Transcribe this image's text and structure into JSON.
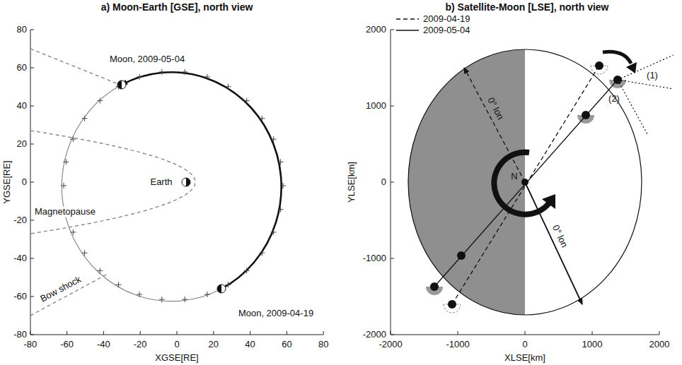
{
  "diagram": {
    "labels": [
      "a) Moon-Earth [GSE], north view",
      "b) Satellite-Moon [LSE], north view",
      "80",
      "60",
      "40",
      "20",
      "0",
      "-20",
      "-40",
      "-60",
      "-80",
      "-80",
      "-60",
      "-40",
      "-20",
      "0",
      "20",
      "40",
      "60",
      "80",
      "YGSE[RE]",
      "XGSE[RE]",
      "Moon, 2009-05-04",
      "Earth",
      "Magnetopause",
      "Bow shock",
      "Moon, 2009-04-19",
      "2000",
      "1000",
      "0",
      "-1000",
      "-2000",
      "-2000",
      "-1000",
      "0",
      "1000",
      "2000",
      "YLSE[km]",
      "XLSE[km]",
      "0° lon",
      "0° lon",
      "N",
      "(1)",
      "(2)"
    ],
    "legend": [
      {
        "text": "2009-04-19"
      },
      {
        "text": "2009-05-04"
      }
    ]
  }
}
